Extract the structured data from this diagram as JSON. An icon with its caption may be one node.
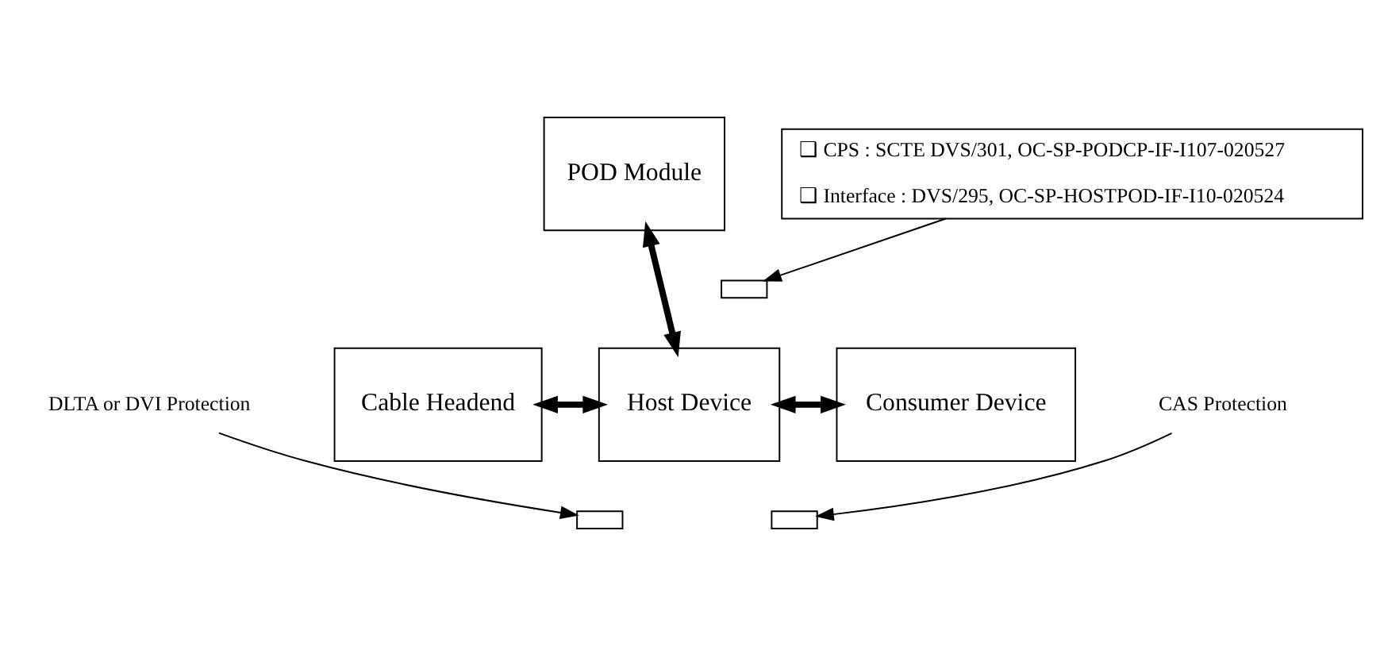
{
  "diagram": {
    "nodes": [
      {
        "text": [
          "POD Module"
        ]
      },
      {
        "text": [
          "Cable Headend"
        ]
      },
      {
        "text": [
          "Host Device"
        ]
      },
      {
        "text": [
          "Consumer Device"
        ]
      },
      {
        "text": [],
        "shape": "bar"
      },
      {
        "text": [
          "❑ CPS : SCTE DVS/301, OC-SP-PODCP-IF-I107-020527",
          "❑ Interface : DVS/295, OC-SP-HOSTPOD-IF-I10-020524"
        ]
      },
      {
        "text": [],
        "shape": "bar"
      },
      {
        "text": [],
        "shape": "bar"
      },
      {
        "text": [
          "CAS Protection"
        ]
      },
      {
        "text": [
          "DLTA or DVI Protection"
        ]
      }
    ],
    "edges": [
      {
        "from": 0,
        "to": 2,
        "arrow": "both",
        "style": "thick"
      },
      {
        "from": 1,
        "to": 2,
        "arrow": "both",
        "style": "thick"
      },
      {
        "from": 2,
        "to": 3,
        "arrow": "both",
        "style": "thick"
      },
      {
        "from": 5,
        "to": 4,
        "arrow": "to"
      },
      {
        "from": 8,
        "to": 6,
        "arrow": "to"
      },
      {
        "from": 9,
        "to": 7,
        "arrow": "to"
      }
    ]
  }
}
